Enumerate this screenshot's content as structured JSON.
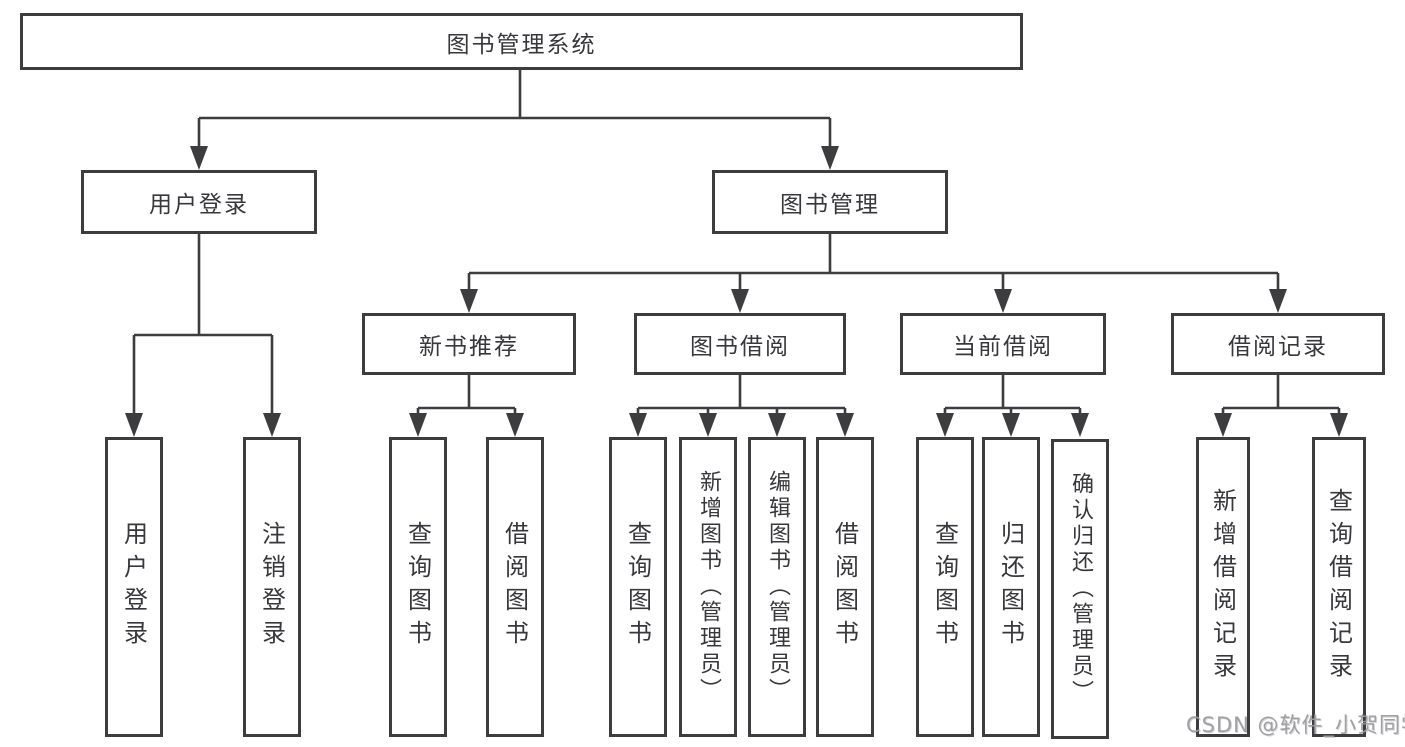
{
  "colors": {
    "line": "#3d3d40",
    "border": "#3d3d40",
    "text": "#38383c",
    "watermark": "#9c9ca0",
    "background": "#ffffff"
  },
  "tree": {
    "root": {
      "label": "图书管理系统",
      "children": [
        {
          "label": "用户登录",
          "children": [
            {
              "label": "用户登录"
            },
            {
              "label": "注销登录"
            }
          ]
        },
        {
          "label": "图书管理",
          "children": [
            {
              "label": "新书推荐",
              "children": [
                {
                  "label": "查询图书"
                },
                {
                  "label": "借阅图书"
                }
              ]
            },
            {
              "label": "图书借阅",
              "children": [
                {
                  "label": "查询图书"
                },
                {
                  "label": "新增图书（管理员）"
                },
                {
                  "label": "编辑图书（管理员）"
                },
                {
                  "label": "借阅图书"
                }
              ]
            },
            {
              "label": "当前借阅",
              "children": [
                {
                  "label": "查询图书"
                },
                {
                  "label": "归还图书"
                },
                {
                  "label": "确认归还（管理员）"
                }
              ]
            },
            {
              "label": "借阅记录",
              "children": [
                {
                  "label": "新增借阅记录"
                },
                {
                  "label": "查询借阅记录"
                }
              ]
            }
          ]
        }
      ]
    }
  },
  "watermark": "CSDN @软件_小贺同学"
}
